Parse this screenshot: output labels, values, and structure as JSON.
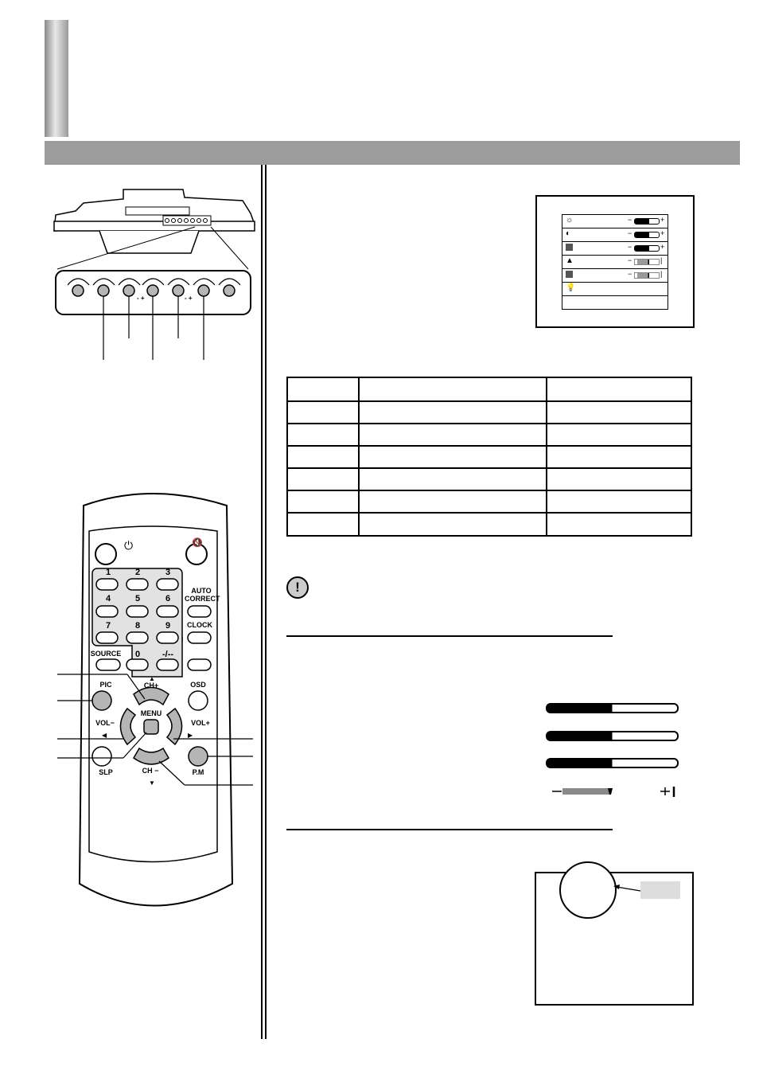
{
  "remote": {
    "keypad_labels": [
      "1",
      "2",
      "3",
      "4",
      "5",
      "6",
      "7",
      "8",
      "9",
      "0",
      "-/--"
    ],
    "auto_correct": "AUTO\nCORRECT",
    "clock": "CLOCK",
    "source": "SOURCE",
    "pic": "PIC",
    "ch_plus": "CH+",
    "osd": "OSD",
    "menu": "MENU",
    "vol_minus": "VOL−",
    "vol_plus": "VOL+",
    "slp": "SLP",
    "ch_minus": "CH −",
    "pm": "P.M"
  },
  "monitor_panel": {
    "button_marks": [
      "- +",
      "- +"
    ]
  },
  "adjust_bars": [
    {
      "level": 0.5
    },
    {
      "level": 0.5
    },
    {
      "level": 0.5
    },
    {
      "level": 0.45
    }
  ],
  "icons": {
    "brightness": "sun-icon",
    "contrast": "contrast-icon",
    "color": "color-icon",
    "sharpness": "sharpness-icon",
    "tint": "tint-icon",
    "lamp": "bulb-icon",
    "note": "caution-icon"
  },
  "colors": {
    "header_bar": "#9c9c9c",
    "button_fill": "#b5b5b5"
  }
}
